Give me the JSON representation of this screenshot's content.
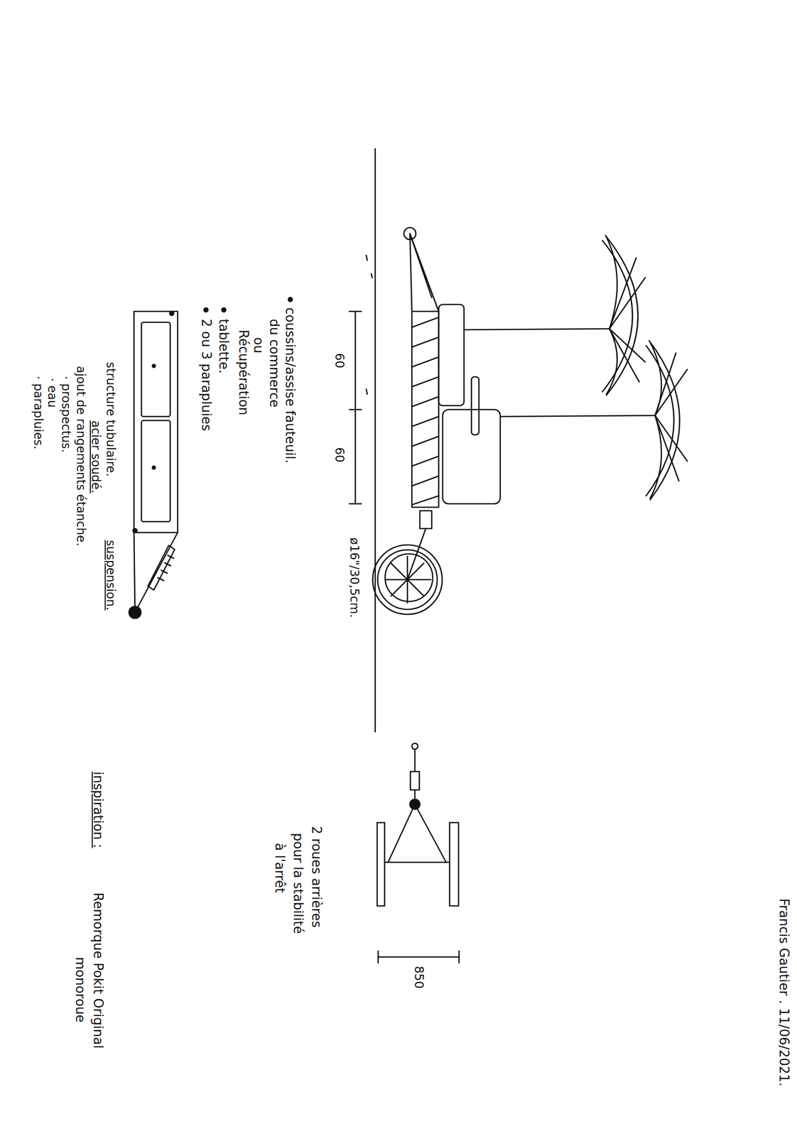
{
  "diagram": {
    "labels": [
      "coussins/assise fauteuil.",
      "du commerce",
      "ou",
      "Récupération",
      "tablette.",
      "2 ou 3 parapluies",
      "60",
      "60",
      "ø16\"/30,5cm.",
      "2 roues arrières",
      "pour la stabilité",
      "à l'arrêt",
      "850",
      "structure tubulaire.",
      "acier soudé.",
      "suspension.",
      "ajout de rangements étanche.",
      "· prospectus.",
      "· eau",
      "· parapluies.",
      "inspiration :",
      "Remorque Pokit Original",
      "monoroue",
      "Francis Gautier . 11/06/2021."
    ]
  }
}
